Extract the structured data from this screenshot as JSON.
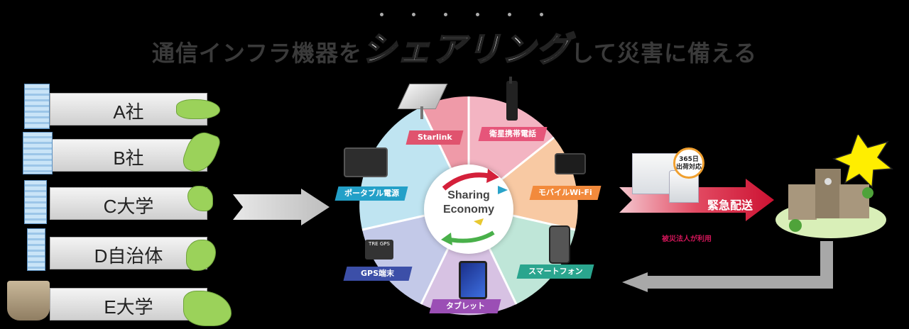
{
  "title": {
    "before": "通信インフラ機器を",
    "emphasis": "シェアリング",
    "after": "して災害に備える"
  },
  "organizations": [
    {
      "label": "A社"
    },
    {
      "label": "B社"
    },
    {
      "label": "C大学"
    },
    {
      "label": "D自治体"
    },
    {
      "label": "E大学"
    }
  ],
  "sharing": {
    "center_line1": "Sharing",
    "center_line2": "Economy",
    "segments": [
      {
        "label": "Starlink",
        "color": "#e0536e"
      },
      {
        "label": "衛星携帯電話",
        "color": "#e6557a"
      },
      {
        "label": "モバイルWi-Fi",
        "color": "#f28a3c"
      },
      {
        "label": "スマートフォン",
        "color": "#2aa58e"
      },
      {
        "label": "タブレット",
        "color": "#9b4fb5"
      },
      {
        "label": "GPS端末",
        "color": "#3c4fa8"
      },
      {
        "label": "ポータブル電源",
        "color": "#23a0c8"
      }
    ]
  },
  "delivery": {
    "badge_line1": "365日",
    "badge_line2": "出荷対応",
    "arrow_label": "緊急配送",
    "note": "被災法人が利用",
    "gps_device_text": "TRE GPS"
  }
}
